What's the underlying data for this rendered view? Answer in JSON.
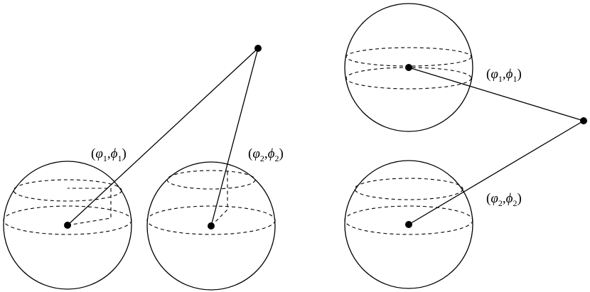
{
  "labels": {
    "left_first": "(φ1,ϕ1)",
    "left_second": "(φ2,ϕ2)",
    "right_first": "(φ1,ϕ1)",
    "right_second": "(φ2,ϕ2)"
  },
  "label_parts": {
    "var_a": "φ",
    "var_b": "ϕ",
    "sub_1": "1",
    "sub_2": "2"
  },
  "colors": {
    "ink": "#000000",
    "background": "#ffffff"
  }
}
